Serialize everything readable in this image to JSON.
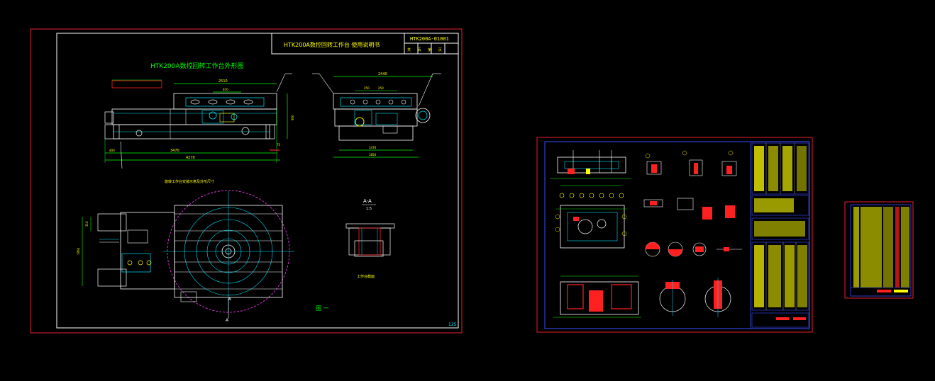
{
  "sheet1": {
    "title_block_title": "HTK200A数控回转工作台    使用说明书",
    "title_block_code": "HTK200A-01001",
    "title_block_sub": "共 页 第 页",
    "drawing_title": "HTK200A数控回转工作台外形图",
    "dim_top_main": "2510",
    "dim_top_inner": "670",
    "dim_side_top": "2440",
    "dim_side_a": "250",
    "dim_side_b": "250",
    "dim_bottom_a": "3470",
    "dim_bottom_b": "4270",
    "dim_bottom_left": "400",
    "dim_bottom_right": "75",
    "dim_side_bottom_a": "1470",
    "dim_side_bottom_b": "1850",
    "dim_vertical": "950",
    "dim_plan_vertical": "1950",
    "dim_plan_small": "310",
    "plan_caption": "旋转工作台安装示意及外形尺寸",
    "section_label": "A-A",
    "section_scale": "1:5",
    "section_caption": "工作台截面",
    "cut_label": "A",
    "figure_label": "图 一",
    "sheet_number": "125"
  },
  "colors": {
    "background": "#000000",
    "frame_red": "#e8202a",
    "frame_white": "#ffffff",
    "drawing_cyan": "#00e5ff",
    "drawing_yellow": "#ffff00",
    "dim_green": "#00ff00",
    "magenta": "#ff40ff",
    "blue": "#3a4cff",
    "red_fill": "#ff2020"
  }
}
